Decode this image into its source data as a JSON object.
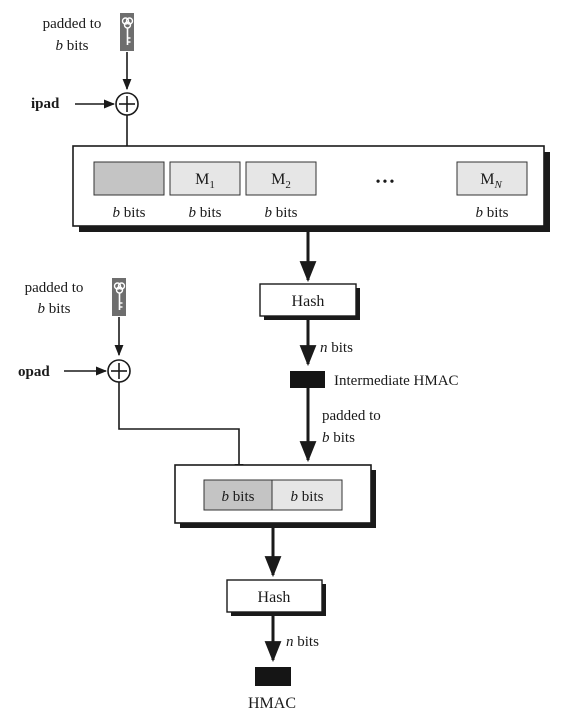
{
  "top_key": {
    "line1": "padded to",
    "b": "b",
    "bits": " bits"
  },
  "ipad_label": "ipad",
  "message_blocks": [
    {
      "b": "b",
      "bits": " bits"
    },
    {
      "name": "M",
      "sub": "1",
      "b": "b",
      "bits": " bits"
    },
    {
      "name": "M",
      "sub": "2",
      "b": "b",
      "bits": " bits"
    },
    {
      "name": "M",
      "sub": "N",
      "b": "b",
      "bits": " bits"
    }
  ],
  "ellipsis": "•••",
  "hash1_label": "Hash",
  "n_bits_1": {
    "n": "n",
    "bits": " bits"
  },
  "intermediate_label": "Intermediate HMAC",
  "padded_mid": {
    "line1": "padded to",
    "b": "b",
    "bits": " bits"
  },
  "left_key": {
    "line1": "padded to",
    "b": "b",
    "bits": " bits"
  },
  "opad_label": "opad",
  "inner_blocks": [
    {
      "b": "b",
      "bits": " bits"
    },
    {
      "b": "b",
      "bits": " bits"
    }
  ],
  "hash2_label": "Hash",
  "n_bits_2": {
    "n": "n",
    "bits": " bits"
  },
  "hmac_label": "HMAC",
  "colors": {
    "line": "#1a1a1a",
    "shadow": "#111111",
    "block_dark": "#c4c4c4",
    "block_light": "#e6e6e6",
    "key_icon": "#6e6e6e",
    "output_block": "#151515"
  }
}
